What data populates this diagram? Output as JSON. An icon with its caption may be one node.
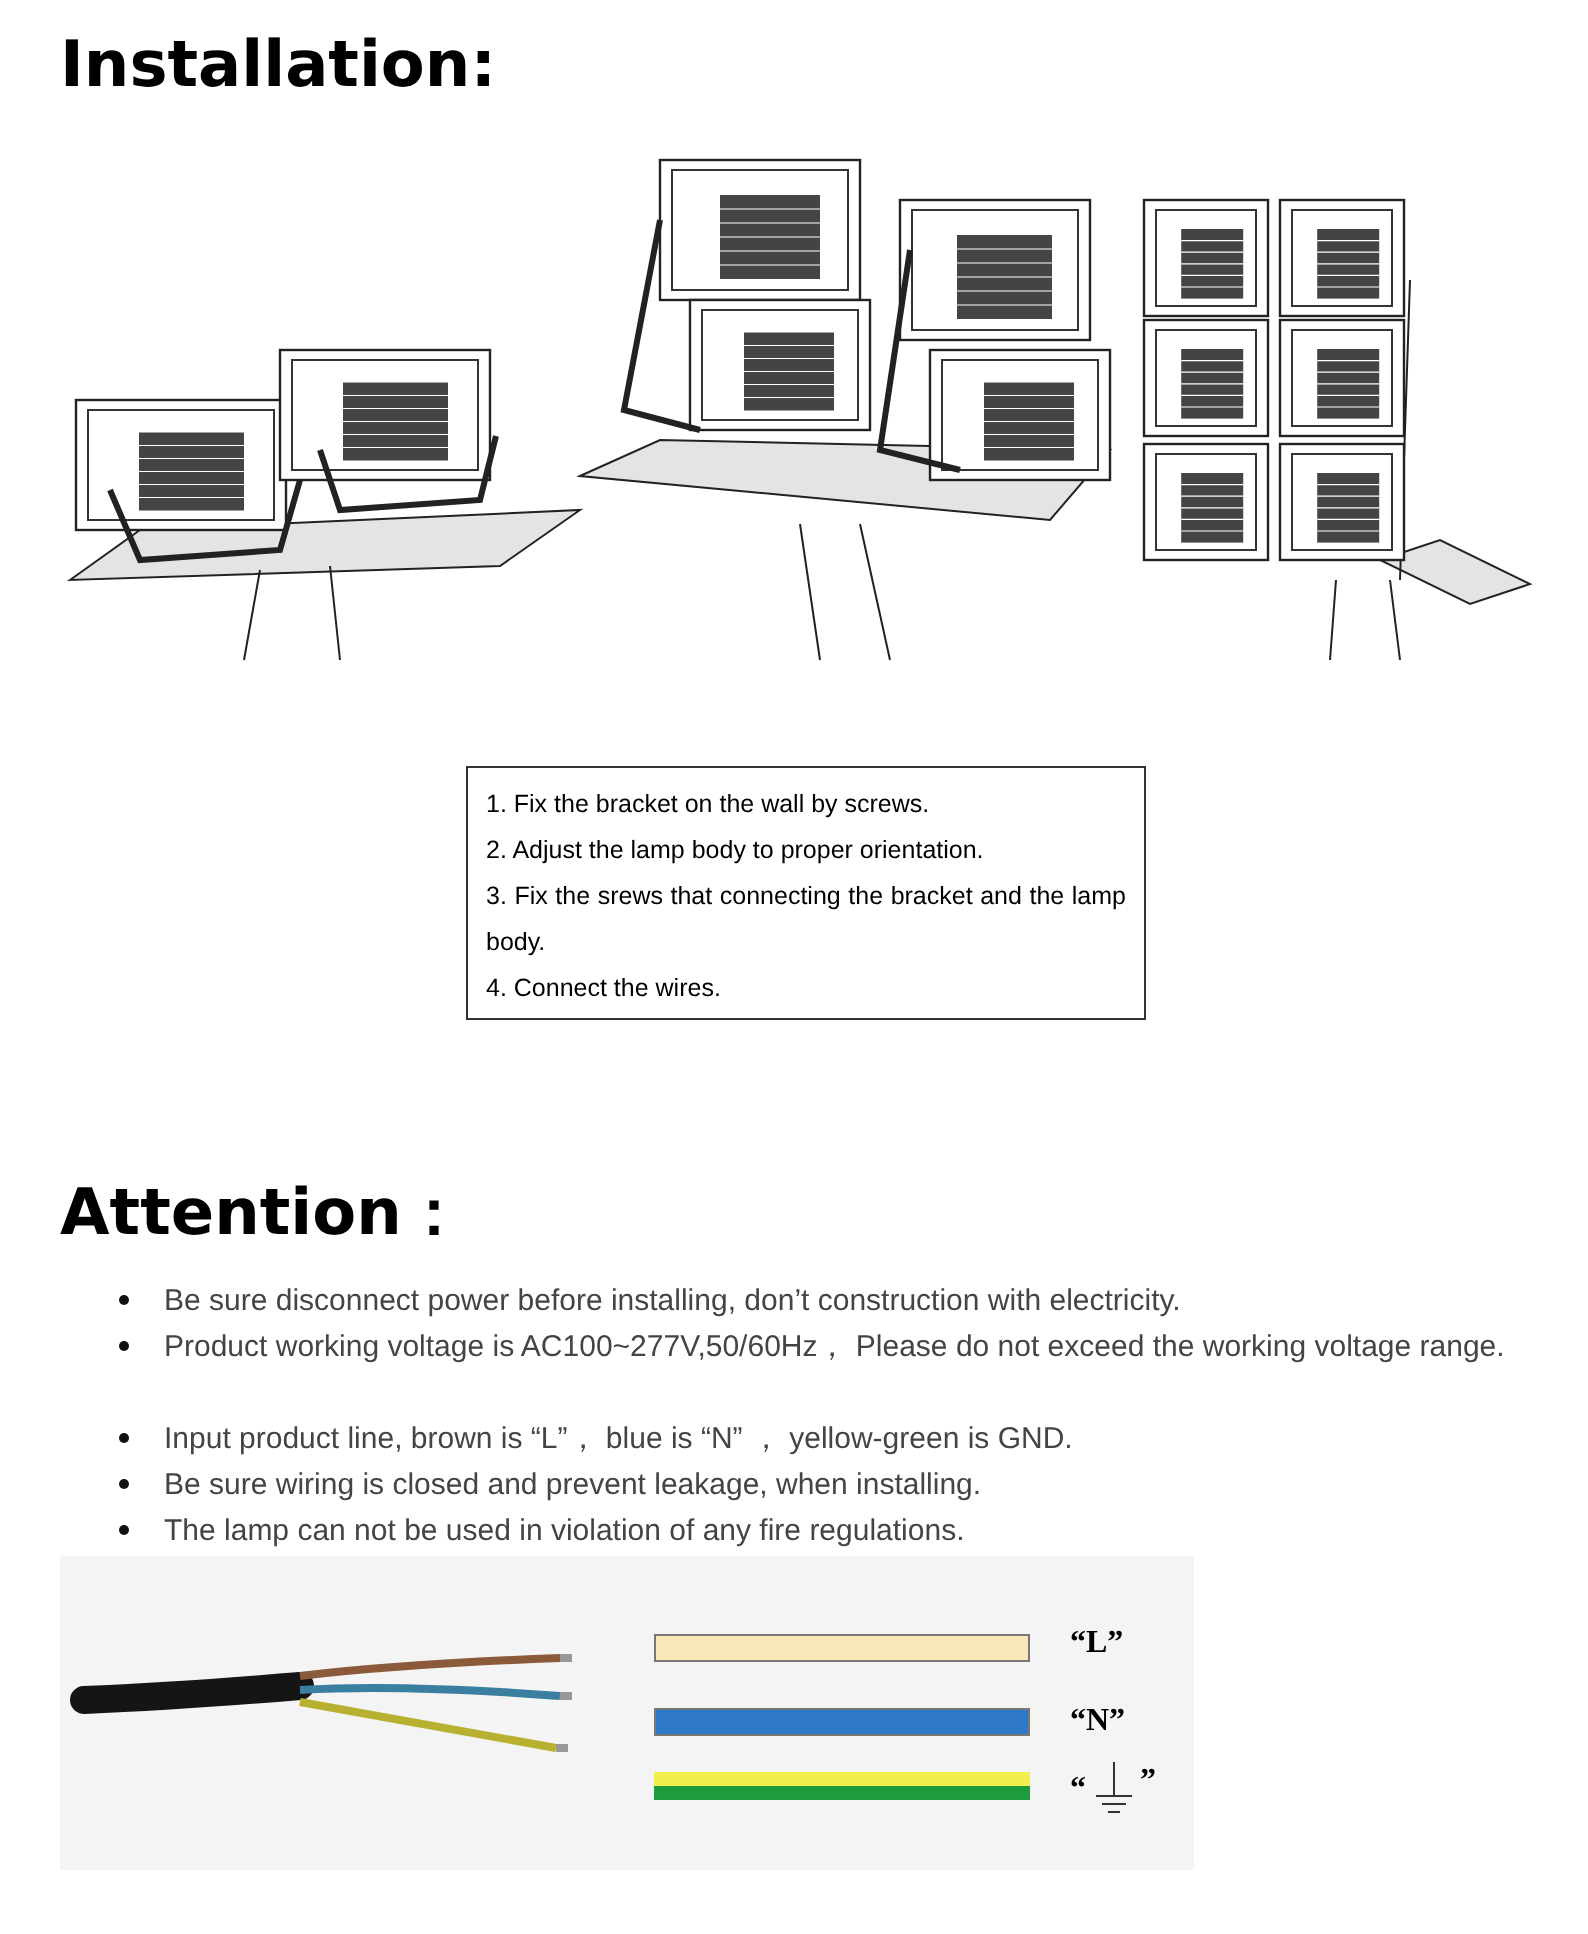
{
  "diagram": {
    "title": "Installation:",
    "nodes": [
      {
        "text": [
          "1. Fix the bracket on the wall by screws.",
          "2. Adjust the lamp body to proper orientation.",
          "3. Fix the srews that connecting the bracket and the lamp body.",
          "4. Connect the wires."
        ]
      }
    ],
    "edges": [],
    "labels": [
      "Attention：",
      "Be sure disconnect power before installing, don’t construction with electricity.",
      "Product working voltage is AC100~277V,50/60Hz， Please do not exceed the working voltage range.",
      "Input product line, brown is “L”， blue is “N” ， yellow-green is GND.",
      "Be sure wiring is closed and prevent leakage, when installing.",
      "The lamp can not be used in violation of any fire regulations.",
      "“",
      "”"
    ],
    "legend": [
      {
        "text": "“L”",
        "color": "#f8e8b8"
      },
      {
        "text": "“N”",
        "color": "#2f78c8"
      }
    ]
  }
}
